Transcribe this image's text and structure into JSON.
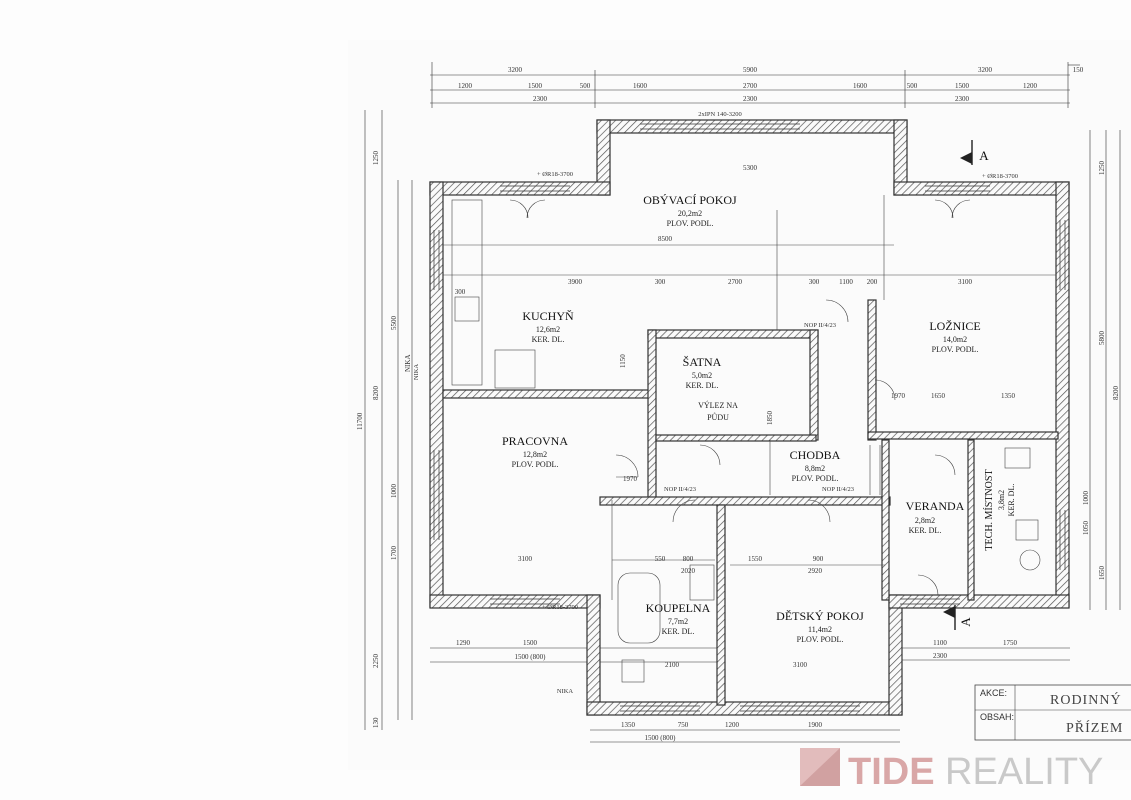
{
  "rooms": [
    {
      "name": "OBÝVACÍ POKOJ",
      "area": "20,2m2",
      "floor": "PLOV. PODL."
    },
    {
      "name": "KUCHYŇ",
      "area": "12,6m2",
      "floor": "KER. DL."
    },
    {
      "name": "LOŽNICE",
      "area": "14,0m2",
      "floor": "PLOV. PODL."
    },
    {
      "name": "ŠATNA",
      "area": "5,0m2",
      "floor": "KER. DL."
    },
    {
      "name": "PRACOVNA",
      "area": "12,8m2",
      "floor": "PLOV. PODL."
    },
    {
      "name": "CHODBA",
      "area": "8,8m2",
      "floor": "PLOV. PODL."
    },
    {
      "name": "VERANDA",
      "area": "2,8m2",
      "floor": "KER. DL."
    },
    {
      "name": "TECH. MÍSTNOST",
      "area": "3,8m2",
      "floor": "KER. DL."
    },
    {
      "name": "KOUPELNA",
      "area": "7,7m2",
      "floor": "KER. DL."
    },
    {
      "name": "DĚTSKÝ POKOJ",
      "area": "11,4m2",
      "floor": "PLOV. PODL."
    }
  ],
  "notes": {
    "vylez": "VÝLEZ NA",
    "pudu": "PŮDU",
    "beam": "2xIPN 140-3200",
    "lintel_top_left": "+ ØR18-3700",
    "lintel_top_right": "+ ØR18-3700",
    "lintel_bottom": "+ ØR18-3700",
    "nop1": "NOP II/4/23",
    "nop2": "NOP II/4/23",
    "nop3": "NOP II/4/23",
    "nika_left": "NIKA",
    "nika_bottom": "NIKA",
    "section_mark": "A"
  },
  "dimensions": {
    "top_row1": [
      "3200",
      "5900",
      "3200",
      "150"
    ],
    "top_row2": [
      "1200",
      "1500",
      "500",
      "1600",
      "2700",
      "1600",
      "500",
      "1500",
      "1200"
    ],
    "top_row3": [
      "2300",
      "2300",
      "2300"
    ],
    "interior": [
      "5300",
      "8500",
      "3900",
      "2700",
      "3100",
      "300",
      "300",
      "300",
      "1100",
      "200",
      "1850",
      "1150",
      "1650",
      "1350",
      "3100",
      "1550",
      "900",
      "2920",
      "3100",
      "2100",
      "550",
      "800",
      "2020",
      "1970",
      "1970"
    ],
    "left": [
      "1250",
      "5500",
      "8200",
      "11700",
      "1000",
      "1700",
      "2250",
      "130",
      "NIKA"
    ],
    "right": [
      "1250",
      "5800",
      "8200",
      "1650",
      "1000",
      "1050"
    ],
    "bottom_row1": [
      "1290",
      "1500",
      "1350",
      "750",
      "1200",
      "1900",
      "1100",
      "1750"
    ],
    "bottom_row2": [
      "1500 (800)",
      "1500 (800)",
      "2300"
    ]
  },
  "title_block": {
    "akce_label": "AKCE:",
    "akce_value": "RODINNÝ",
    "obsah_label": "OBSAH:",
    "obsah_value": "PŘÍZEM"
  },
  "watermark": {
    "part1": "TIDE",
    "part2": "REALITY"
  }
}
